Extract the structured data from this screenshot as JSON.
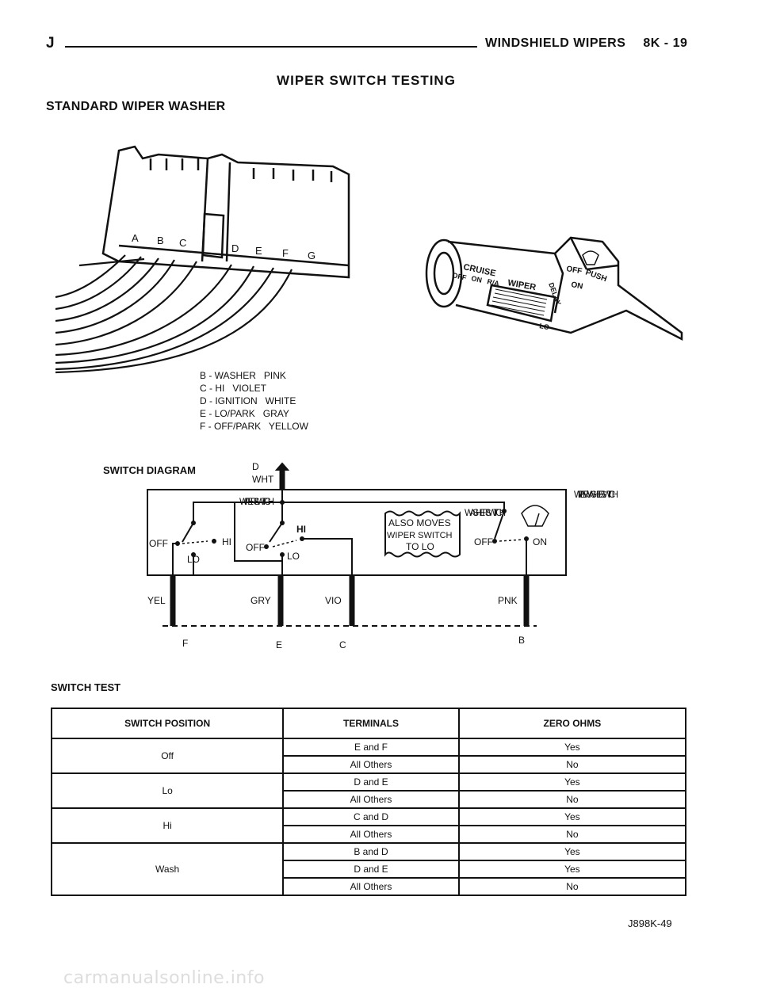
{
  "header": {
    "letter": "J",
    "section": "WINDSHIELD WIPERS",
    "page": "8K - 19"
  },
  "title": "WIPER SWITCH TESTING",
  "subtitle": "STANDARD WIPER WASHER",
  "connector": {
    "pins": [
      "A",
      "B",
      "C",
      "D",
      "E",
      "F",
      "G"
    ],
    "legend": [
      "B - WASHER   PINK",
      "C - HI   VIOLET",
      "D - IGNITION   WHITE",
      "E - LO/PARK   GRAY",
      "F - OFF/PARK   YELLOW"
    ]
  },
  "stalk": {
    "labels": {
      "cruise": "CRUISE",
      "off": "OFF",
      "on": "ON",
      "ra": "R/A",
      "wiper": "WIPER",
      "delay": "DELAY",
      "lo": "LO",
      "offr": "OFF",
      "onr": "ON",
      "push": "PUSH"
    }
  },
  "diagram": {
    "heading": "SWITCH DIAGRAM",
    "top_wire": {
      "term": "D",
      "color": "WHT"
    },
    "wiper_switch": "WIPER SWITCH",
    "washer_switch": "WASHER SWITCH",
    "box_label": "WIPER/ WASHER SWITCH",
    "note": [
      "ALSO MOVES",
      "WIPER SWITCH",
      "TO LO"
    ],
    "pos": {
      "off": "OFF",
      "lo": "LO",
      "hi": "HI",
      "off2": "OFF",
      "lo2": "LO",
      "hi2": "HI",
      "off3": "OFF",
      "on": "ON"
    },
    "wires": [
      {
        "color": "YEL",
        "term": "F"
      },
      {
        "color": "GRY",
        "term": "E"
      },
      {
        "color": "VIO",
        "term": "C"
      },
      {
        "color": "PNK",
        "term": "B"
      }
    ]
  },
  "test": {
    "heading": "SWITCH TEST",
    "columns": [
      "SWITCH POSITION",
      "TERMINALS",
      "ZERO OHMS"
    ],
    "groups": [
      {
        "position": "Off",
        "rows": [
          {
            "terminals": "E and F",
            "zero": "Yes"
          },
          {
            "terminals": "All Others",
            "zero": "No"
          }
        ]
      },
      {
        "position": "Lo",
        "rows": [
          {
            "terminals": "D and E",
            "zero": "Yes"
          },
          {
            "terminals": "All Others",
            "zero": "No"
          }
        ]
      },
      {
        "position": "Hi",
        "rows": [
          {
            "terminals": "C and D",
            "zero": "Yes"
          },
          {
            "terminals": "All Others",
            "zero": "No"
          }
        ]
      },
      {
        "position": "Wash",
        "rows": [
          {
            "terminals": "B and D",
            "zero": "Yes"
          },
          {
            "terminals": "D and E",
            "zero": "Yes"
          },
          {
            "terminals": "All Others",
            "zero": "No"
          }
        ]
      }
    ]
  },
  "figure_id": "J898K-49",
  "watermark": "carmanualsonline.info"
}
